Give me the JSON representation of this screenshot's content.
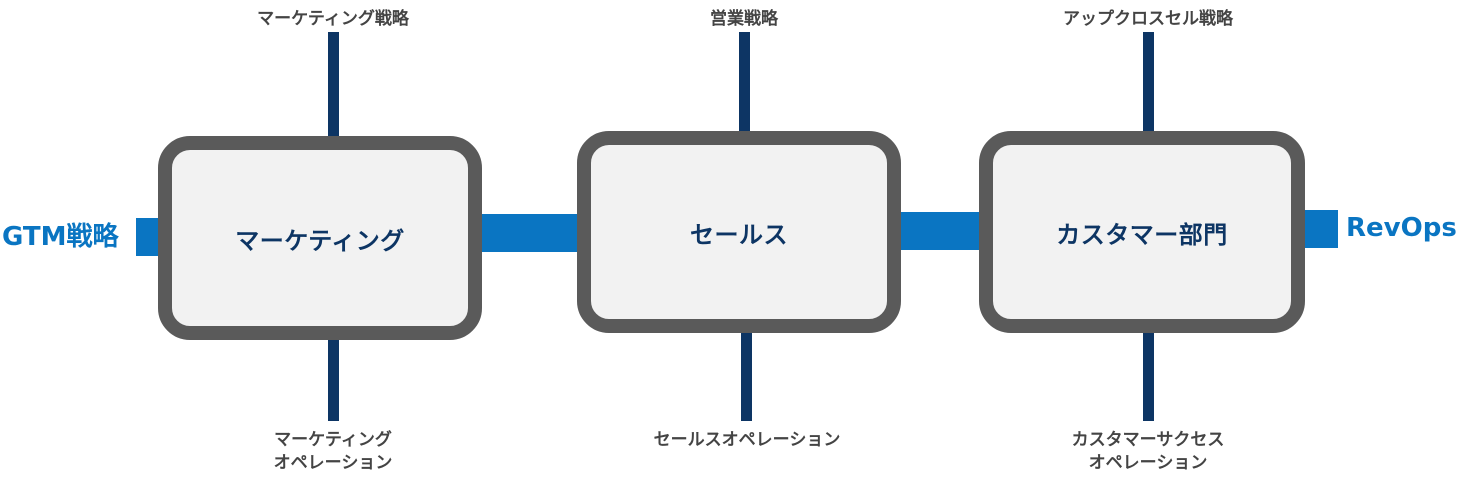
{
  "diagram": {
    "input_label": "GTM戦略",
    "output_label": "RevOps",
    "stages": [
      {
        "label": "マーケティング",
        "top_note": "マーケティング戦略",
        "bottom_note_line1": "マーケティング",
        "bottom_note_line2": "オペレーション"
      },
      {
        "label": "セールス",
        "top_note": "営業戦略",
        "bottom_note_line1": "セールスオペレーション",
        "bottom_note_line2": ""
      },
      {
        "label": "カスタマー部門",
        "top_note": "アップクロスセル戦略",
        "bottom_note_line1": "カスタマーサクセス",
        "bottom_note_line2": "オペレーション"
      }
    ],
    "colors": {
      "flow_bar": "#0A75C2",
      "connector": "#0D3564",
      "box_border": "#5A5A5A",
      "box_fill": "#F2F2F2",
      "stage_text": "#0D3564",
      "note_text": "#444444"
    }
  }
}
